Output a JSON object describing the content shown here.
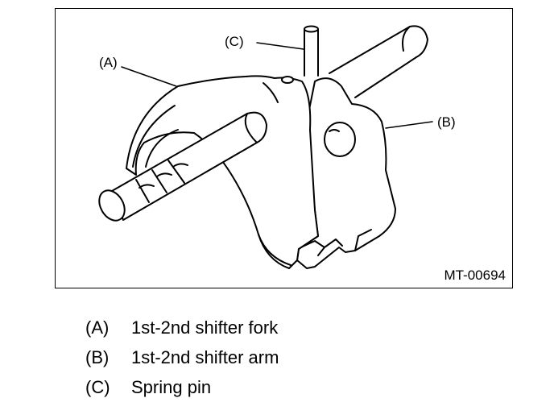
{
  "figure": {
    "id_label": "MT-00694",
    "callouts": {
      "a": "(A)",
      "b": "(B)",
      "c": "(C)"
    }
  },
  "legend": [
    {
      "key": "(A)",
      "text": "1st-2nd shifter fork"
    },
    {
      "key": "(B)",
      "text": "1st-2nd shifter arm"
    },
    {
      "key": "(C)",
      "text": "Spring pin"
    }
  ]
}
